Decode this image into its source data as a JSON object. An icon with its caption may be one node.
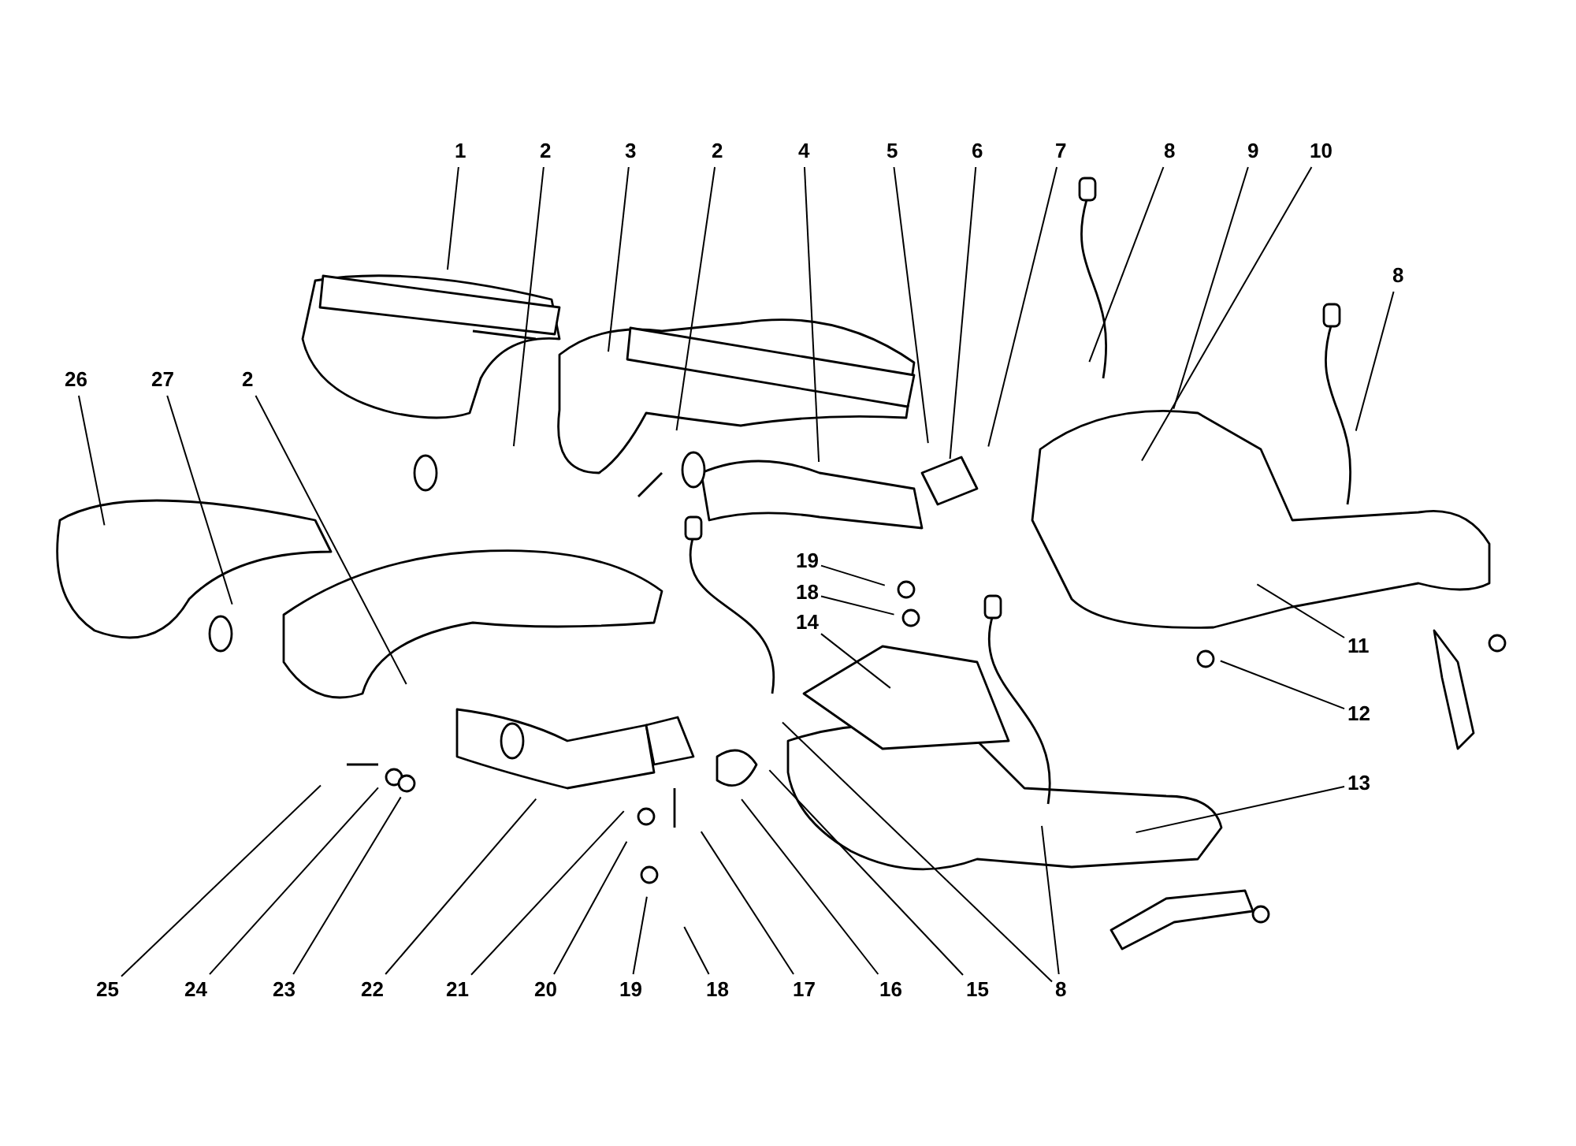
{
  "diagram": {
    "nodes": [
      {
        "text": [
          "1"
        ]
      },
      {
        "text": [
          "2"
        ]
      },
      {
        "text": [
          "3"
        ]
      },
      {
        "text": [
          "2"
        ]
      },
      {
        "text": [
          "4"
        ]
      },
      {
        "text": [
          "5"
        ]
      },
      {
        "text": [
          "6"
        ]
      },
      {
        "text": [
          "7"
        ]
      },
      {
        "text": [
          "8"
        ]
      },
      {
        "text": [
          "9"
        ]
      },
      {
        "text": [
          "10"
        ]
      },
      {
        "text": [
          "26"
        ]
      },
      {
        "text": [
          "27"
        ]
      },
      {
        "text": [
          "2"
        ]
      },
      {
        "text": [
          "8"
        ]
      },
      {
        "text": [
          "19"
        ]
      },
      {
        "text": [
          "18"
        ]
      },
      {
        "text": [
          "14"
        ]
      },
      {
        "text": [
          "11"
        ]
      },
      {
        "text": [
          "12"
        ]
      },
      {
        "text": [
          "13"
        ]
      },
      {
        "text": [
          "25"
        ]
      },
      {
        "text": [
          "24"
        ]
      },
      {
        "text": [
          "23"
        ]
      },
      {
        "text": [
          "22"
        ]
      },
      {
        "text": [
          "21"
        ]
      },
      {
        "text": [
          "20"
        ]
      },
      {
        "text": [
          "19"
        ]
      },
      {
        "text": [
          "18"
        ]
      },
      {
        "text": [
          "17"
        ]
      },
      {
        "text": [
          "16"
        ]
      },
      {
        "text": [
          "15"
        ]
      },
      {
        "text": [
          "8"
        ]
      }
    ],
    "edges": [
      {
        "from": 0,
        "to": null,
        "arrow": "none"
      },
      {
        "from": 1,
        "to": null,
        "arrow": "none"
      },
      {
        "from": 2,
        "to": null,
        "arrow": "none"
      },
      {
        "from": 3,
        "to": null,
        "arrow": "none"
      },
      {
        "from": 4,
        "to": null,
        "arrow": "none"
      },
      {
        "from": 5,
        "to": null,
        "arrow": "none"
      },
      {
        "from": 6,
        "to": null,
        "arrow": "none"
      },
      {
        "from": 7,
        "to": null,
        "arrow": "none"
      },
      {
        "from": 8,
        "to": null,
        "arrow": "none"
      },
      {
        "from": 9,
        "to": null,
        "arrow": "none"
      },
      {
        "from": 10,
        "to": null,
        "arrow": "none"
      },
      {
        "from": 11,
        "to": null,
        "arrow": "none"
      },
      {
        "from": 12,
        "to": null,
        "arrow": "none"
      },
      {
        "from": 13,
        "to": null,
        "arrow": "none"
      },
      {
        "from": 14,
        "to": null,
        "arrow": "none"
      },
      {
        "from": 15,
        "to": null,
        "arrow": "none"
      },
      {
        "from": 16,
        "to": null,
        "arrow": "none"
      },
      {
        "from": 17,
        "to": null,
        "arrow": "none"
      },
      {
        "from": 18,
        "to": null,
        "arrow": "none"
      },
      {
        "from": 19,
        "to": null,
        "arrow": "none"
      },
      {
        "from": 20,
        "to": null,
        "arrow": "none"
      },
      {
        "from": 21,
        "to": null,
        "arrow": "none"
      },
      {
        "from": 22,
        "to": null,
        "arrow": "none"
      },
      {
        "from": 23,
        "to": null,
        "arrow": "none"
      },
      {
        "from": 24,
        "to": null,
        "arrow": "none"
      },
      {
        "from": 25,
        "to": null,
        "arrow": "none"
      },
      {
        "from": 26,
        "to": null,
        "arrow": "none"
      },
      {
        "from": 27,
        "to": null,
        "arrow": "none"
      },
      {
        "from": 28,
        "to": null,
        "arrow": "none"
      },
      {
        "from": 29,
        "to": null,
        "arrow": "none"
      },
      {
        "from": 30,
        "to": null,
        "arrow": "none"
      },
      {
        "from": 31,
        "to": null,
        "arrow": "none"
      },
      {
        "from": 32,
        "to": null,
        "arrow": "none"
      },
      {
        "from": 32,
        "to": null,
        "arrow": "none"
      }
    ]
  }
}
